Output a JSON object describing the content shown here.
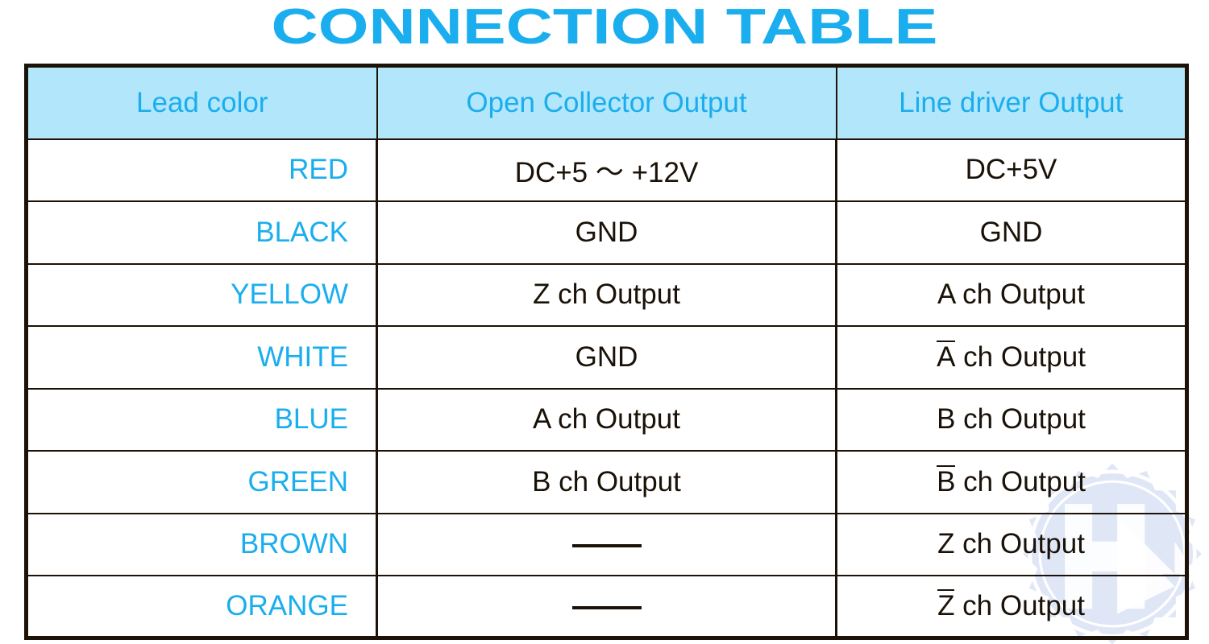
{
  "title": "CONNECTION TABLE",
  "colors": {
    "accent_cyan": "#1aaeee",
    "header_fill": "#b2e6fb",
    "border": "#1c1208",
    "body_text": "#1a1208",
    "watermark": "#c6d2ef"
  },
  "table": {
    "headers": [
      "Lead color",
      "Open Collector Output",
      "Line driver Output"
    ],
    "rows": [
      {
        "lead": "RED",
        "open": "DC+5 ～ +12V",
        "line_pre": "",
        "line_bar": "",
        "line_post": "DC+5V"
      },
      {
        "lead": "BLACK",
        "open": "GND",
        "line_pre": "",
        "line_bar": "",
        "line_post": "GND"
      },
      {
        "lead": "YELLOW",
        "open": "Z ch Output",
        "line_pre": "",
        "line_bar": "",
        "line_post": "A ch Output"
      },
      {
        "lead": "WHITE",
        "open": "GND",
        "line_pre": "",
        "line_bar": "A",
        "line_post": " ch Output"
      },
      {
        "lead": "BLUE",
        "open": "A ch Output",
        "line_pre": "",
        "line_bar": "",
        "line_post": "B ch Output"
      },
      {
        "lead": "GREEN",
        "open": "B ch Output",
        "line_pre": "",
        "line_bar": "B",
        "line_post": " ch Output"
      },
      {
        "lead": "BROWN",
        "open": "——",
        "line_pre": "",
        "line_bar": "",
        "line_post": "Z ch Output"
      },
      {
        "lead": "ORANGE",
        "open": "——",
        "line_pre": "",
        "line_bar": "Z",
        "line_post": " ch Output"
      }
    ]
  },
  "watermark": {
    "name": "gear-k-arrow-watermark"
  }
}
